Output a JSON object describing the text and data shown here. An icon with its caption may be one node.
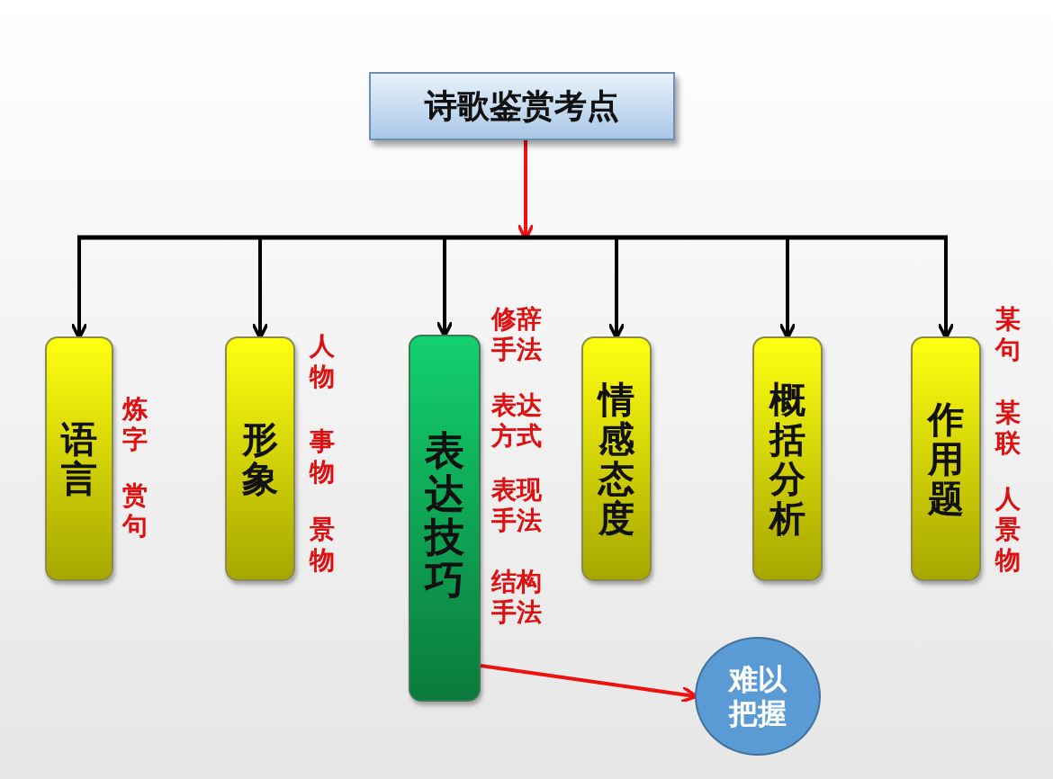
{
  "diagram": {
    "nodes": [
      {
        "text": [
          "诗歌鉴赏考点"
        ]
      },
      {
        "text": [
          "语言"
        ],
        "beside": [
          "炼字",
          "赏句"
        ]
      },
      {
        "text": [
          "形象"
        ],
        "beside": [
          "人物",
          "事物",
          "景物"
        ]
      },
      {
        "text": [
          "表达技巧"
        ],
        "beside": [
          "修辞手法",
          "表达方式",
          "表现手法",
          "结构手法"
        ]
      },
      {
        "text": [
          "情感态度"
        ]
      },
      {
        "text": [
          "概括分析"
        ]
      },
      {
        "text": [
          "作用题"
        ],
        "beside": [
          "某句",
          "某联",
          "人景物"
        ]
      },
      {
        "text": [
          "难以把握"
        ]
      }
    ],
    "edges": [
      {
        "from": 0,
        "to": 1,
        "arrow": "to"
      },
      {
        "from": 0,
        "to": 2,
        "arrow": "to"
      },
      {
        "from": 0,
        "to": 3,
        "arrow": "to"
      },
      {
        "from": 0,
        "to": 4,
        "arrow": "to"
      },
      {
        "from": 0,
        "to": 5,
        "arrow": "to"
      },
      {
        "from": 0,
        "to": 6,
        "arrow": "to"
      },
      {
        "from": 3,
        "to": 7,
        "arrow": "to",
        "color": "#ee1111"
      }
    ]
  }
}
